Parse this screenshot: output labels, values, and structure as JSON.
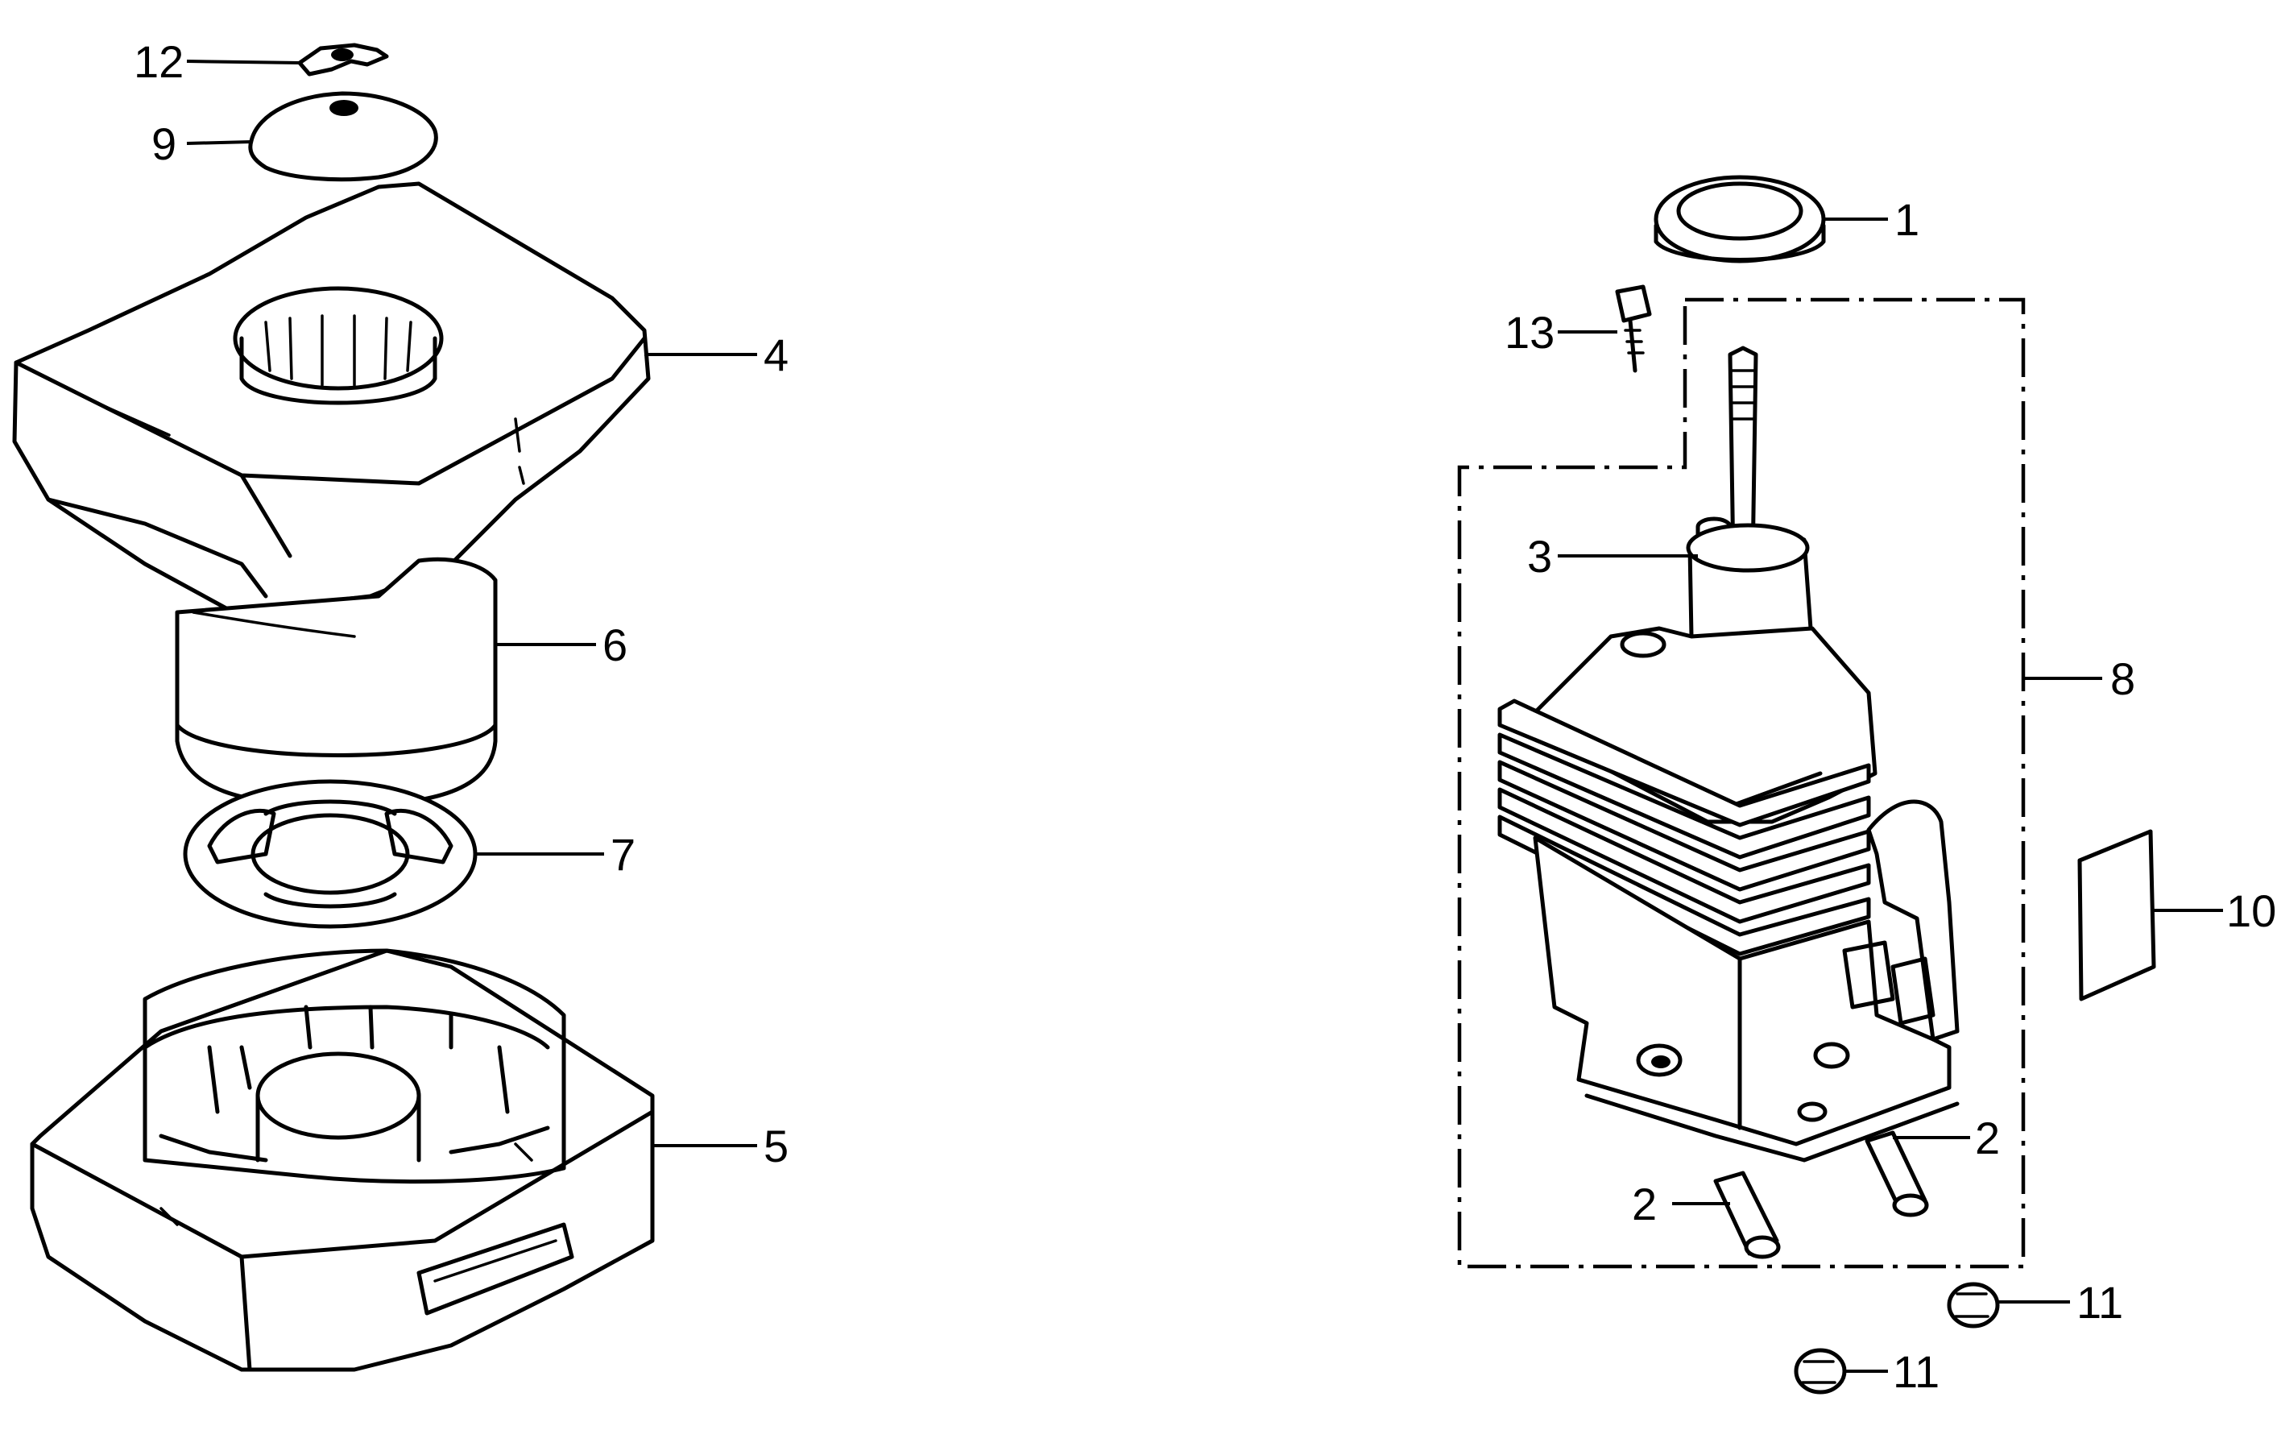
{
  "parts": {
    "p1": "1",
    "p2a": "2",
    "p2b": "2",
    "p3": "3",
    "p4": "4",
    "p5": "5",
    "p6": "6",
    "p7": "7",
    "p8": "8",
    "p9": "9",
    "p10": "10",
    "p11a": "11",
    "p11b": "11",
    "p12": "12",
    "p13": "13"
  }
}
